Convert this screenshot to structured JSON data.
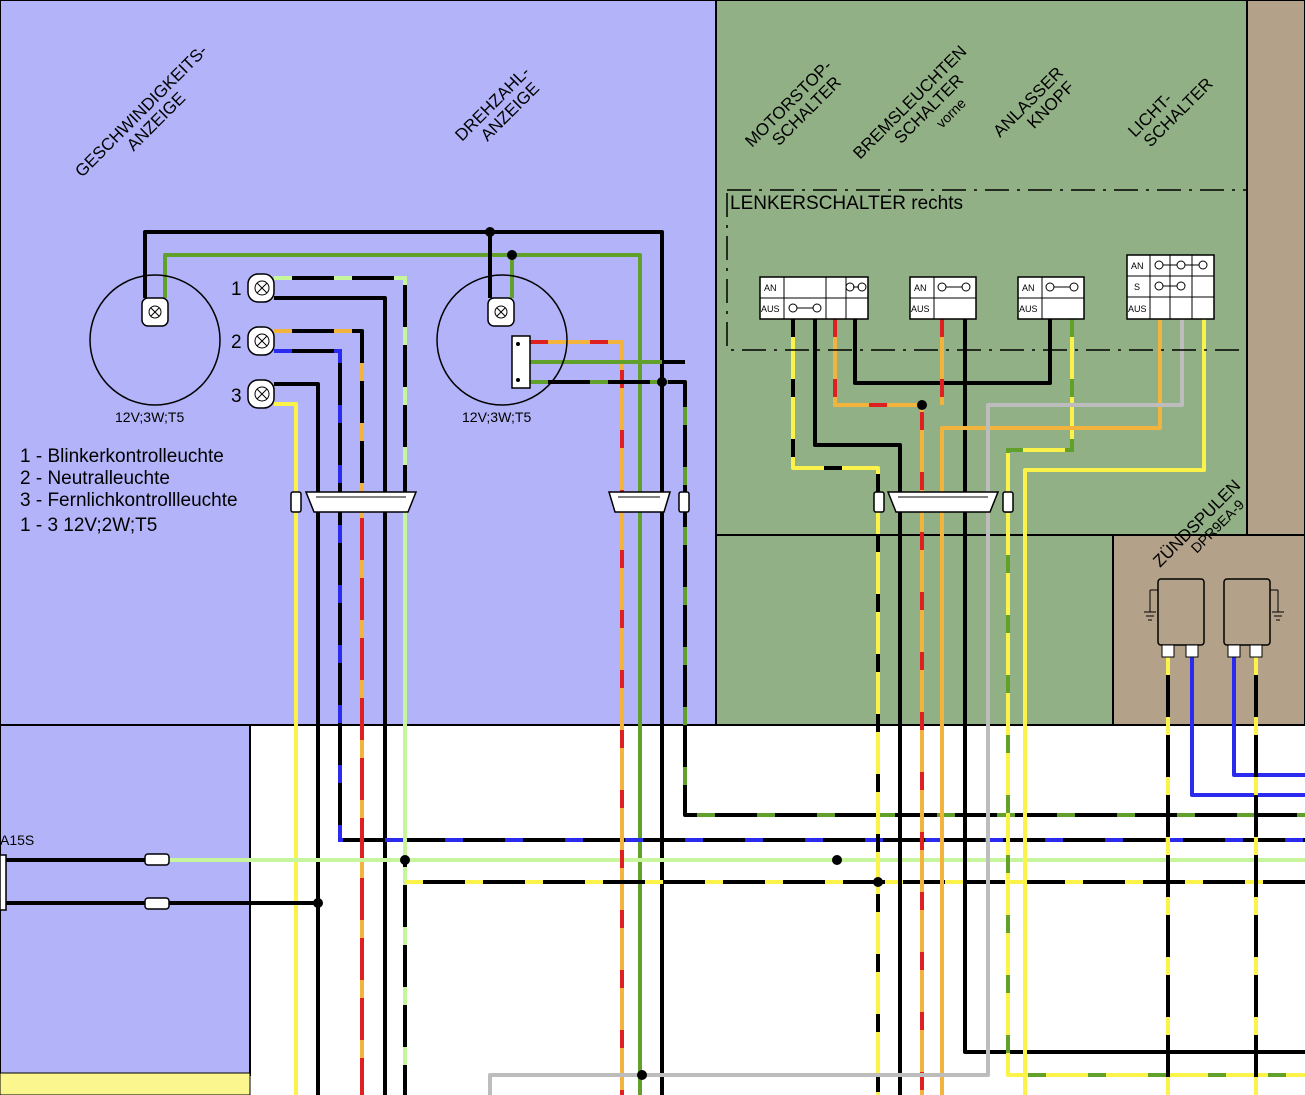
{
  "colors": {
    "cockpit_panel": "#b3b3f9",
    "switch_panel": "#92b085",
    "coil_panel": "#b3a18a",
    "lower_panel": "#ffffff",
    "wire_black": "#000000",
    "wire_yellow": "#fbf24a",
    "wire_green": "#62a02c",
    "wire_light_green": "#c6f59b",
    "wire_blue": "#2b2bf0",
    "wire_red": "#e02020",
    "wire_orange": "#f2b43c",
    "wire_grey": "#bdbdbd"
  },
  "gauges": {
    "speedometer": {
      "title_line1": "GESCHWINDIGKEITS-",
      "title_line2": "ANZEIGE",
      "bulb_spec": "12V;3W;T5"
    },
    "tachometer": {
      "title_line1": "DREHZAHL-",
      "title_line2": "ANZEIGE",
      "bulb_spec": "12V;3W;T5"
    }
  },
  "indicator_lamps": {
    "numbers": [
      "1",
      "2",
      "3"
    ],
    "legend": [
      "1 - Blinkerkontrolleuchte",
      "2 - Neutralleuchte",
      "3 - Fernlichkontrollleuchte",
      "1 - 3 12V;2W;T5"
    ]
  },
  "switches": {
    "group_title": "LENKERSCHALTER rechts",
    "engine_stop": {
      "line1": "MOTORSTOP-",
      "line2": "SCHALTER"
    },
    "brake_light": {
      "line1": "BREMSLEUCHTEN",
      "line2": "SCHALTER",
      "line3": "vorne"
    },
    "starter": {
      "line1": "ANLASSER",
      "line2": "KNOPF"
    },
    "light": {
      "line1": "LICHT-",
      "line2": "SCHALTER"
    },
    "state_on": "AN",
    "state_off": "AUS",
    "state_s": "S"
  },
  "ignition": {
    "title": "ZÜNDSPULEN",
    "plug": "DPR9EA-9"
  },
  "lower_left": {
    "label": "A15S"
  }
}
